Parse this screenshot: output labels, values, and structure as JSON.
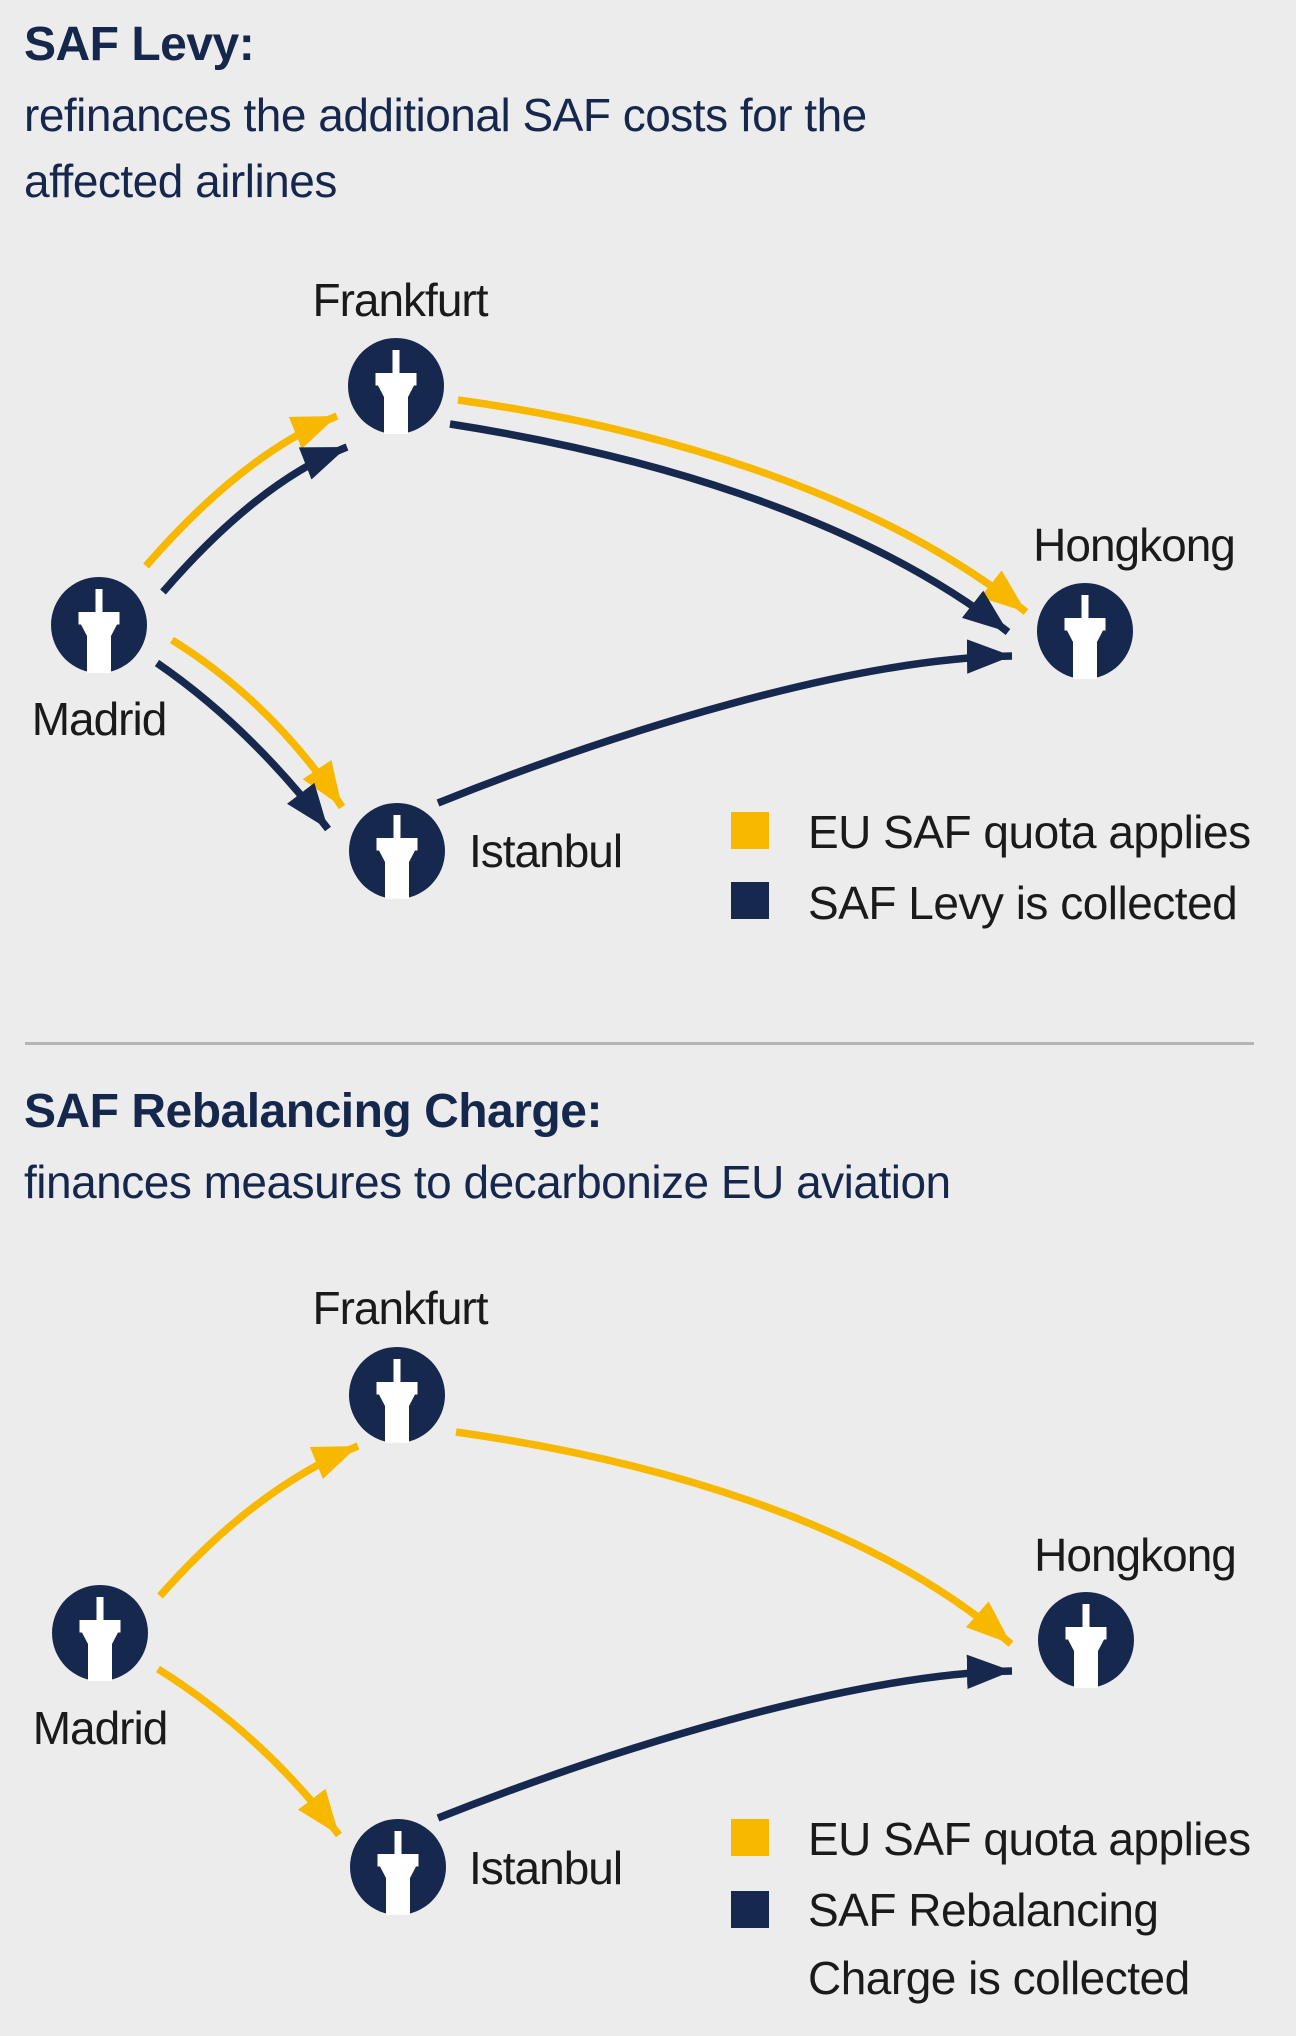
{
  "colors": {
    "background": "#ececec",
    "navy": "#16284e",
    "yellow": "#f9b800",
    "title_navy": "#15274d",
    "label_text": "#1a1a1a",
    "divider_gray": "#b5b5b5"
  },
  "panels": [
    {
      "id": "saf-levy",
      "title": "SAF Levy:",
      "subtitle_lines": [
        "refinances the additional SAF costs for the",
        "affected airlines"
      ],
      "cities": {
        "frankfurt": "Frankfurt",
        "madrid": "Madrid",
        "istanbul": "Istanbul",
        "hongkong": "Hongkong"
      },
      "legend": [
        {
          "swatch": "#f9b800",
          "label": "EU SAF quota applies"
        },
        {
          "swatch": "#16284e",
          "label": "SAF Levy is collected"
        }
      ]
    },
    {
      "id": "saf-rebalancing-charge",
      "title": "SAF Rebalancing Charge:",
      "subtitle_lines": [
        "finances measures to decarbonize EU aviation"
      ],
      "cities": {
        "frankfurt": "Frankfurt",
        "madrid": "Madrid",
        "istanbul": "Istanbul",
        "hongkong": "Hongkong"
      },
      "legend": [
        {
          "swatch": "#f9b800",
          "label": "EU SAF quota applies"
        },
        {
          "swatch": "#16284e",
          "label": "SAF Rebalancing Charge is collected"
        }
      ]
    }
  ]
}
